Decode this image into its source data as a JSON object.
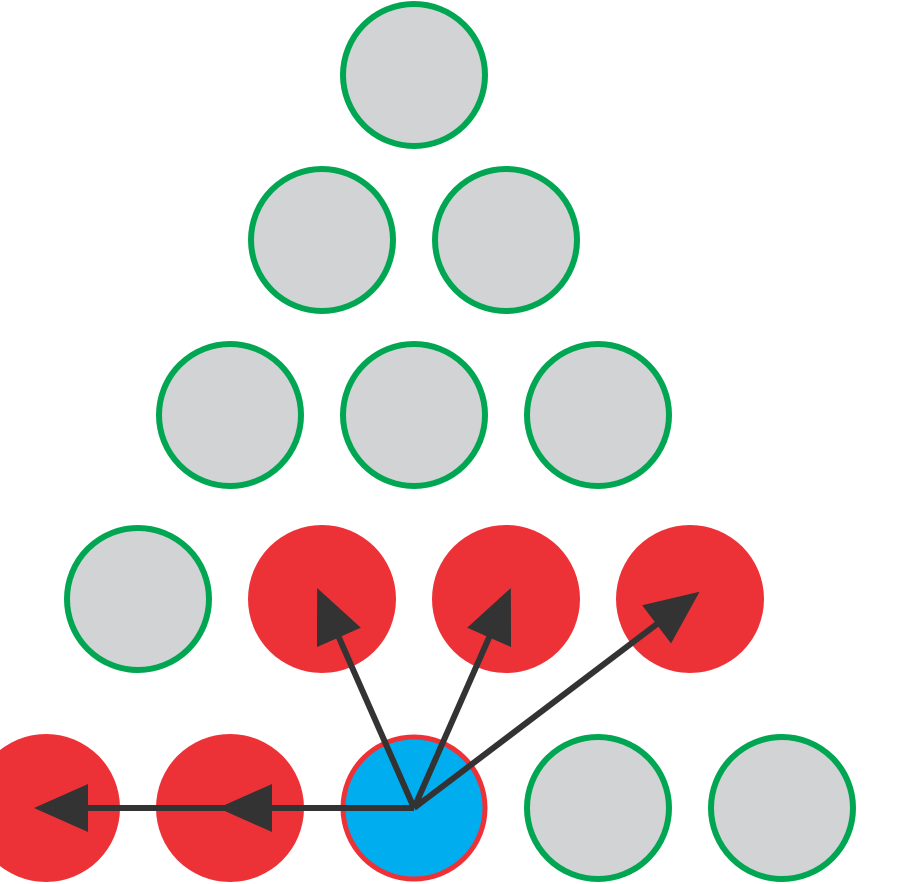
{
  "colors": {
    "background": "#ffffff",
    "empty_fill": "#d1d3d4",
    "empty_stroke": "#00a651",
    "reachable_fill": "#ed3237",
    "selected_fill": "#00aeef",
    "selected_stroke": "#ed3237",
    "arrow": "#333333"
  },
  "rows": [
    [
      "empty"
    ],
    [
      "empty",
      "empty"
    ],
    [
      "empty",
      "empty",
      "empty"
    ],
    [
      "empty",
      "reachable",
      "reachable",
      "reachable"
    ],
    [
      "reachable",
      "reachable",
      "selected",
      "empty",
      "empty"
    ]
  ],
  "moves": [
    {
      "from": [
        4,
        2
      ],
      "to": [
        3,
        1
      ]
    },
    {
      "from": [
        4,
        2
      ],
      "to": [
        3,
        2
      ]
    },
    {
      "from": [
        4,
        2
      ],
      "to": [
        3,
        3
      ]
    },
    {
      "from": [
        4,
        2
      ],
      "to": [
        4,
        1
      ]
    },
    {
      "from": [
        4,
        2
      ],
      "to": [
        4,
        0
      ]
    }
  ]
}
